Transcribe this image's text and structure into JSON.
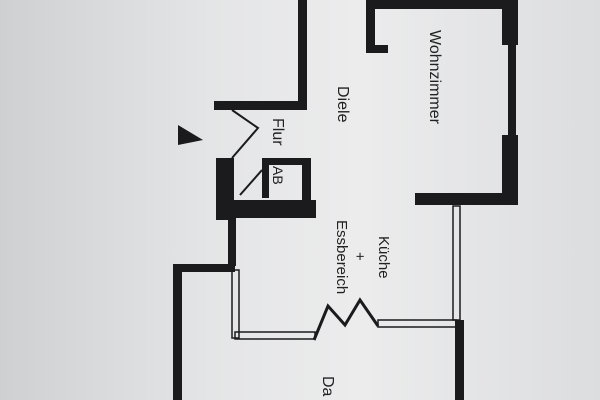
{
  "rooms": {
    "wohnzimmer": "Wohnzimmer",
    "diele": "Diele",
    "flur": "Flur",
    "ab": "AB",
    "kueche_line1": "Küche",
    "kueche_line2": "+",
    "kueche_line3": "Essbereich",
    "da": "Da"
  },
  "entrance_marker": "triangle",
  "colors": {
    "paper": "#e4e5e6",
    "walls": "#1b1b1d"
  }
}
